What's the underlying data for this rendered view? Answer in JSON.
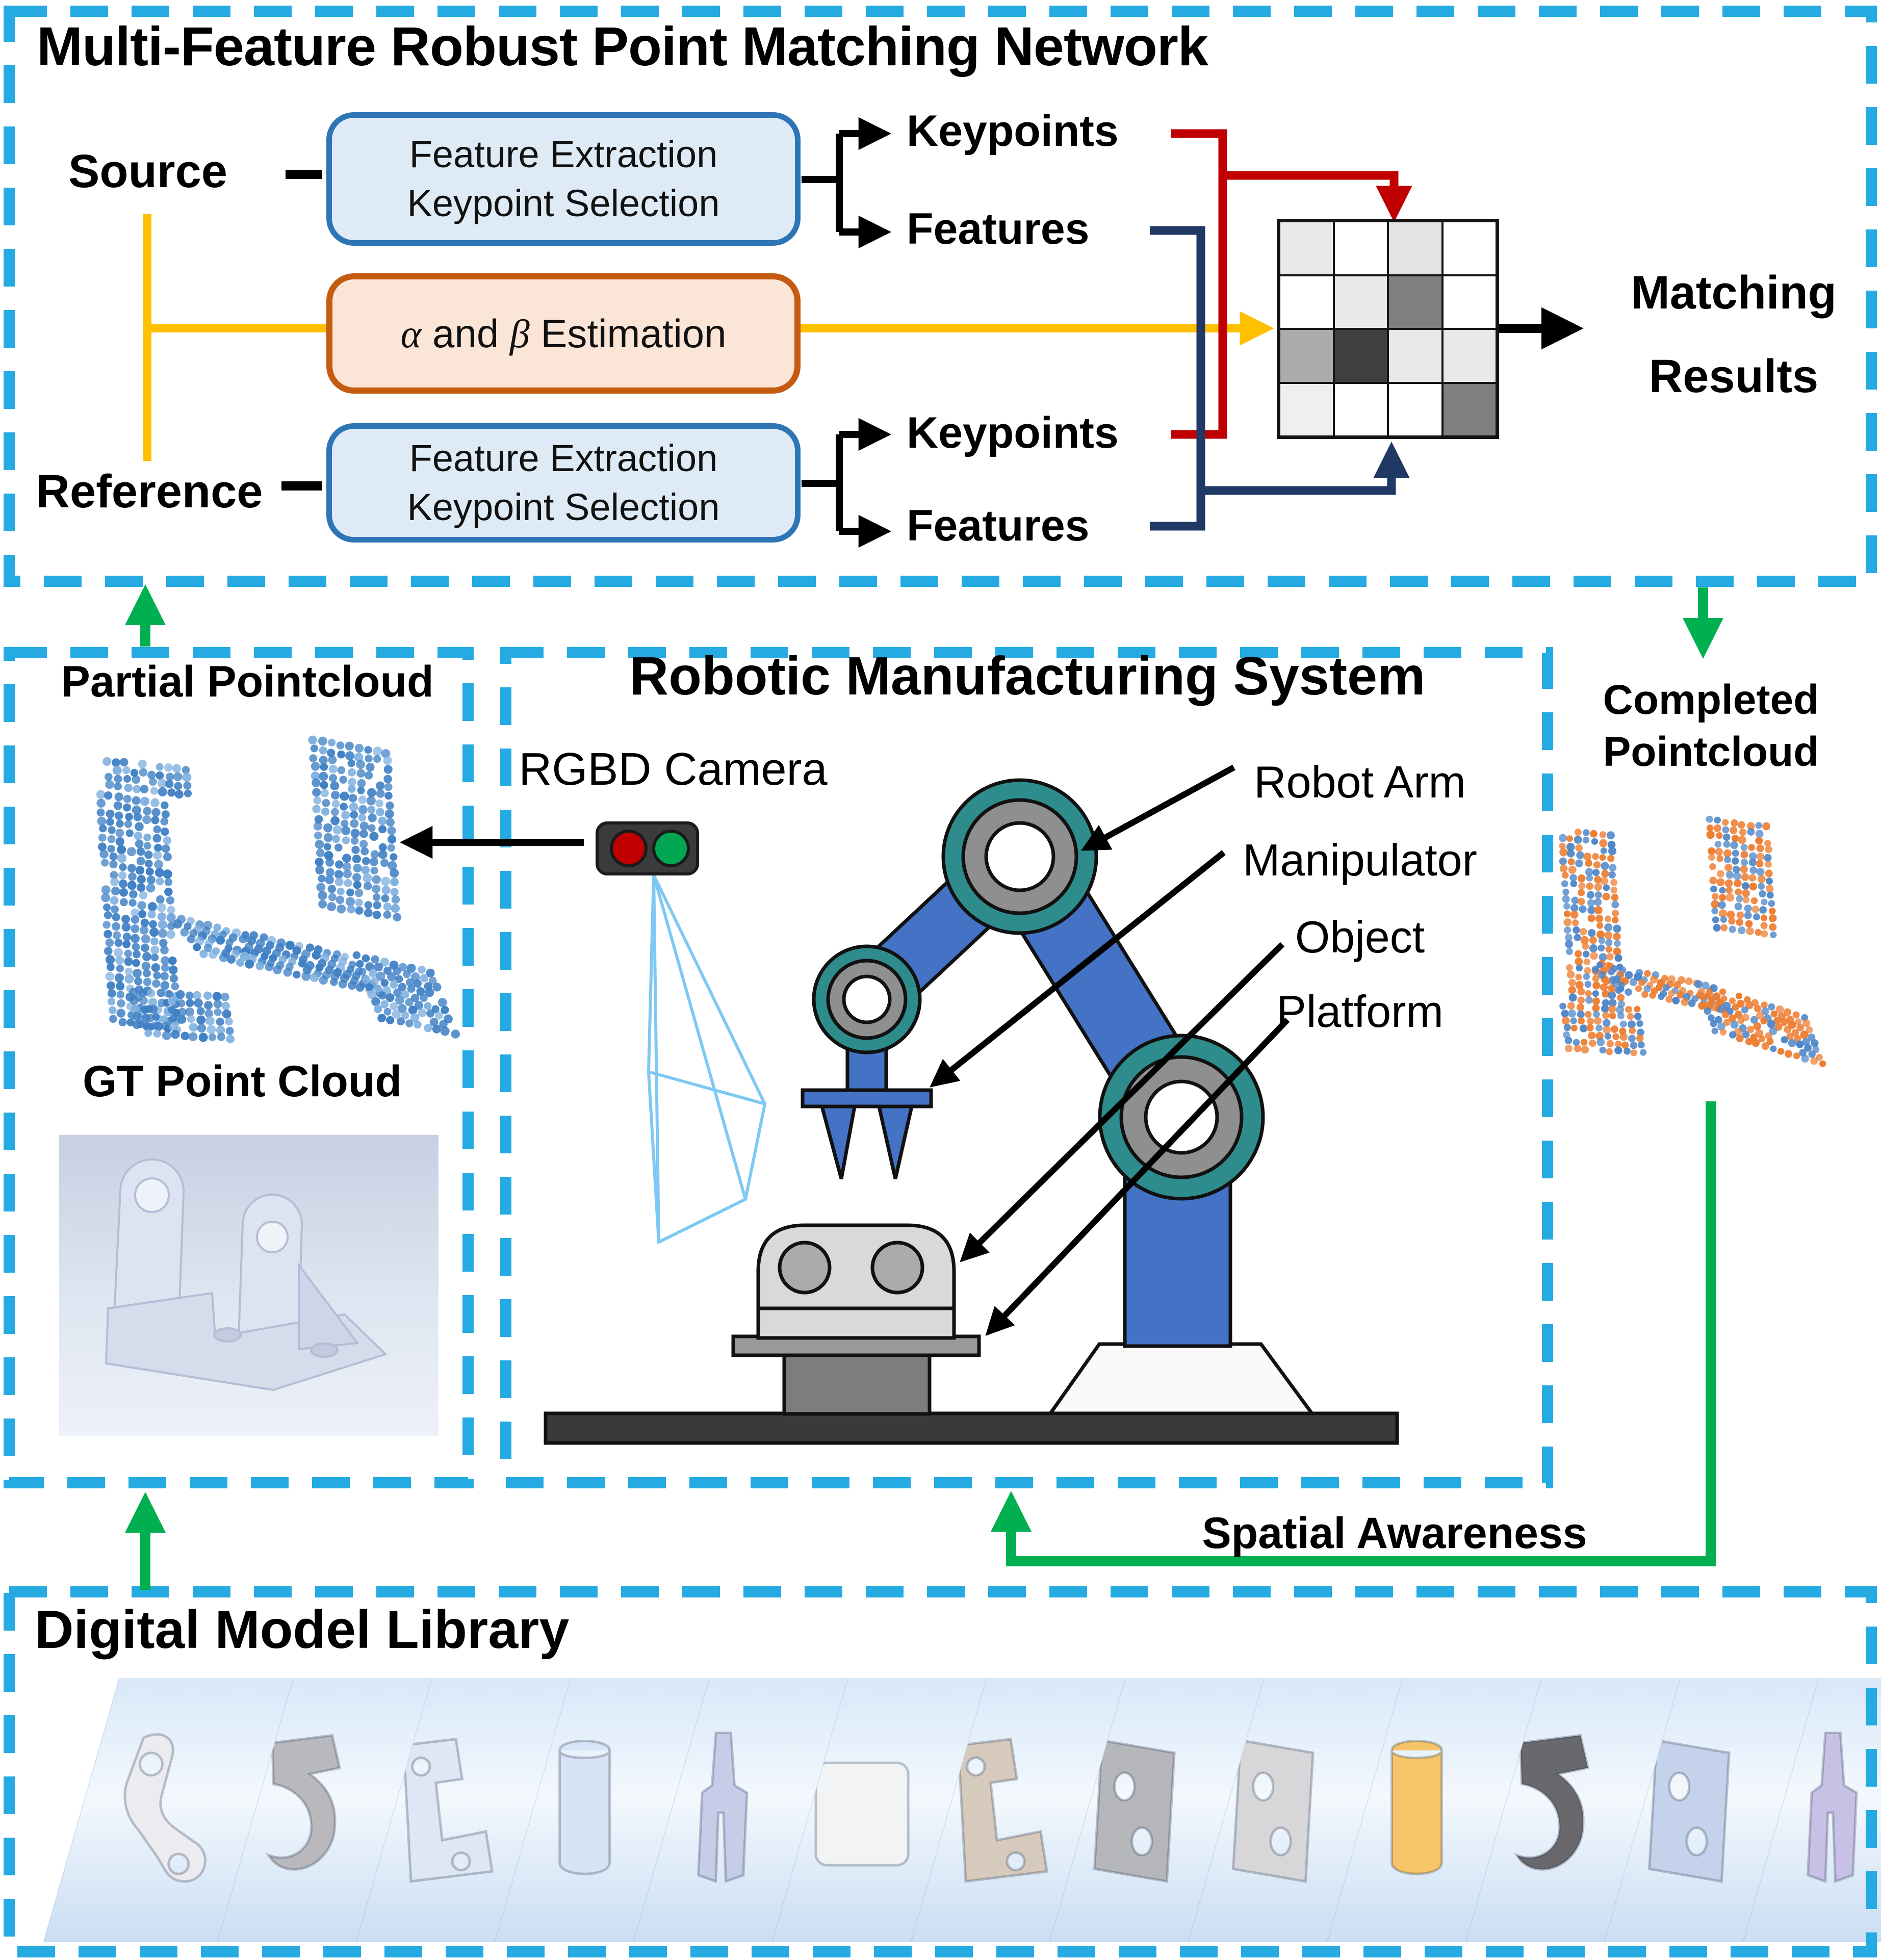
{
  "colors": {
    "dashed_border": "#25AAE1",
    "process_box_fill": "#DEEBF7",
    "process_box_border": "#2E75B6",
    "estimation_box_fill": "#FBE5D6",
    "estimation_box_border": "#C55A11",
    "arrow_red": "#C00000",
    "arrow_navy": "#1F3864",
    "arrow_yellow": "#FFC000",
    "arrow_green": "#00B050",
    "robot_blue": "#4472C4",
    "joint_teal": "#2F8C8C",
    "pointcloud_blue": "#3F80C4",
    "pointcloud_orange": "#ED7D31"
  },
  "network": {
    "title": "Multi-Feature Robust Point Matching Network",
    "source_label": "Source",
    "reference_label": "Reference",
    "feature_box": {
      "line1": "Feature Extraction",
      "line2": "Keypoint Selection"
    },
    "estimation": {
      "alpha": "α",
      "mid": " and ",
      "beta": "β",
      "suffix": " Estimation"
    },
    "keypoints_label": "Keypoints",
    "features_label": "Features",
    "matching_results": {
      "line1": "Matching",
      "line2": "Results"
    },
    "matrix_cells": [
      [
        "#E9E9E9",
        "#FFFFFF",
        "#E3E3E3",
        "#FFFFFF"
      ],
      [
        "#FFFFFF",
        "#E9E9E9",
        "#7F7F7F",
        "#FFFFFF"
      ],
      [
        "#ABABAB",
        "#3F3F3F",
        "#E9E9E9",
        "#E9E9E9"
      ],
      [
        "#EFEFEF",
        "#FFFFFF",
        "#FFFFFF",
        "#7F7F7F"
      ]
    ]
  },
  "partial_section": {
    "title": "Partial Pointcloud",
    "gt_title": "GT Point Cloud"
  },
  "robotic_section": {
    "title": "Robotic Manufacturing System",
    "camera_label": "RGBD Camera",
    "part_labels": [
      "Robot Arm",
      "Manipulator",
      "Object",
      "Platform"
    ]
  },
  "completed_section": {
    "title_line1": "Completed",
    "title_line2": "Pointcloud"
  },
  "spatial_label": "Spatial Awareness",
  "library": {
    "title": "Digital Model Library",
    "cards": [
      {
        "shape": "wrench",
        "color": "#ECECF0"
      },
      {
        "shape": "hook",
        "color": "#B9B9BD"
      },
      {
        "shape": "bracket",
        "color": "#DFE6F4"
      },
      {
        "shape": "cylinder",
        "color": "#D8E4F6"
      },
      {
        "shape": "fork",
        "color": "#C6CDE9"
      },
      {
        "shape": "box",
        "color": "#F2F3F5"
      },
      {
        "shape": "bracket",
        "color": "#D5CABB"
      },
      {
        "shape": "plate",
        "color": "#B5B6B9"
      },
      {
        "shape": "plate",
        "color": "#D7D7D9"
      },
      {
        "shape": "cylinder",
        "color": "#F6C469"
      },
      {
        "shape": "hook",
        "color": "#68686D"
      },
      {
        "shape": "plate",
        "color": "#C5D2EC"
      },
      {
        "shape": "fork",
        "color": "#C8C1E6"
      }
    ]
  }
}
